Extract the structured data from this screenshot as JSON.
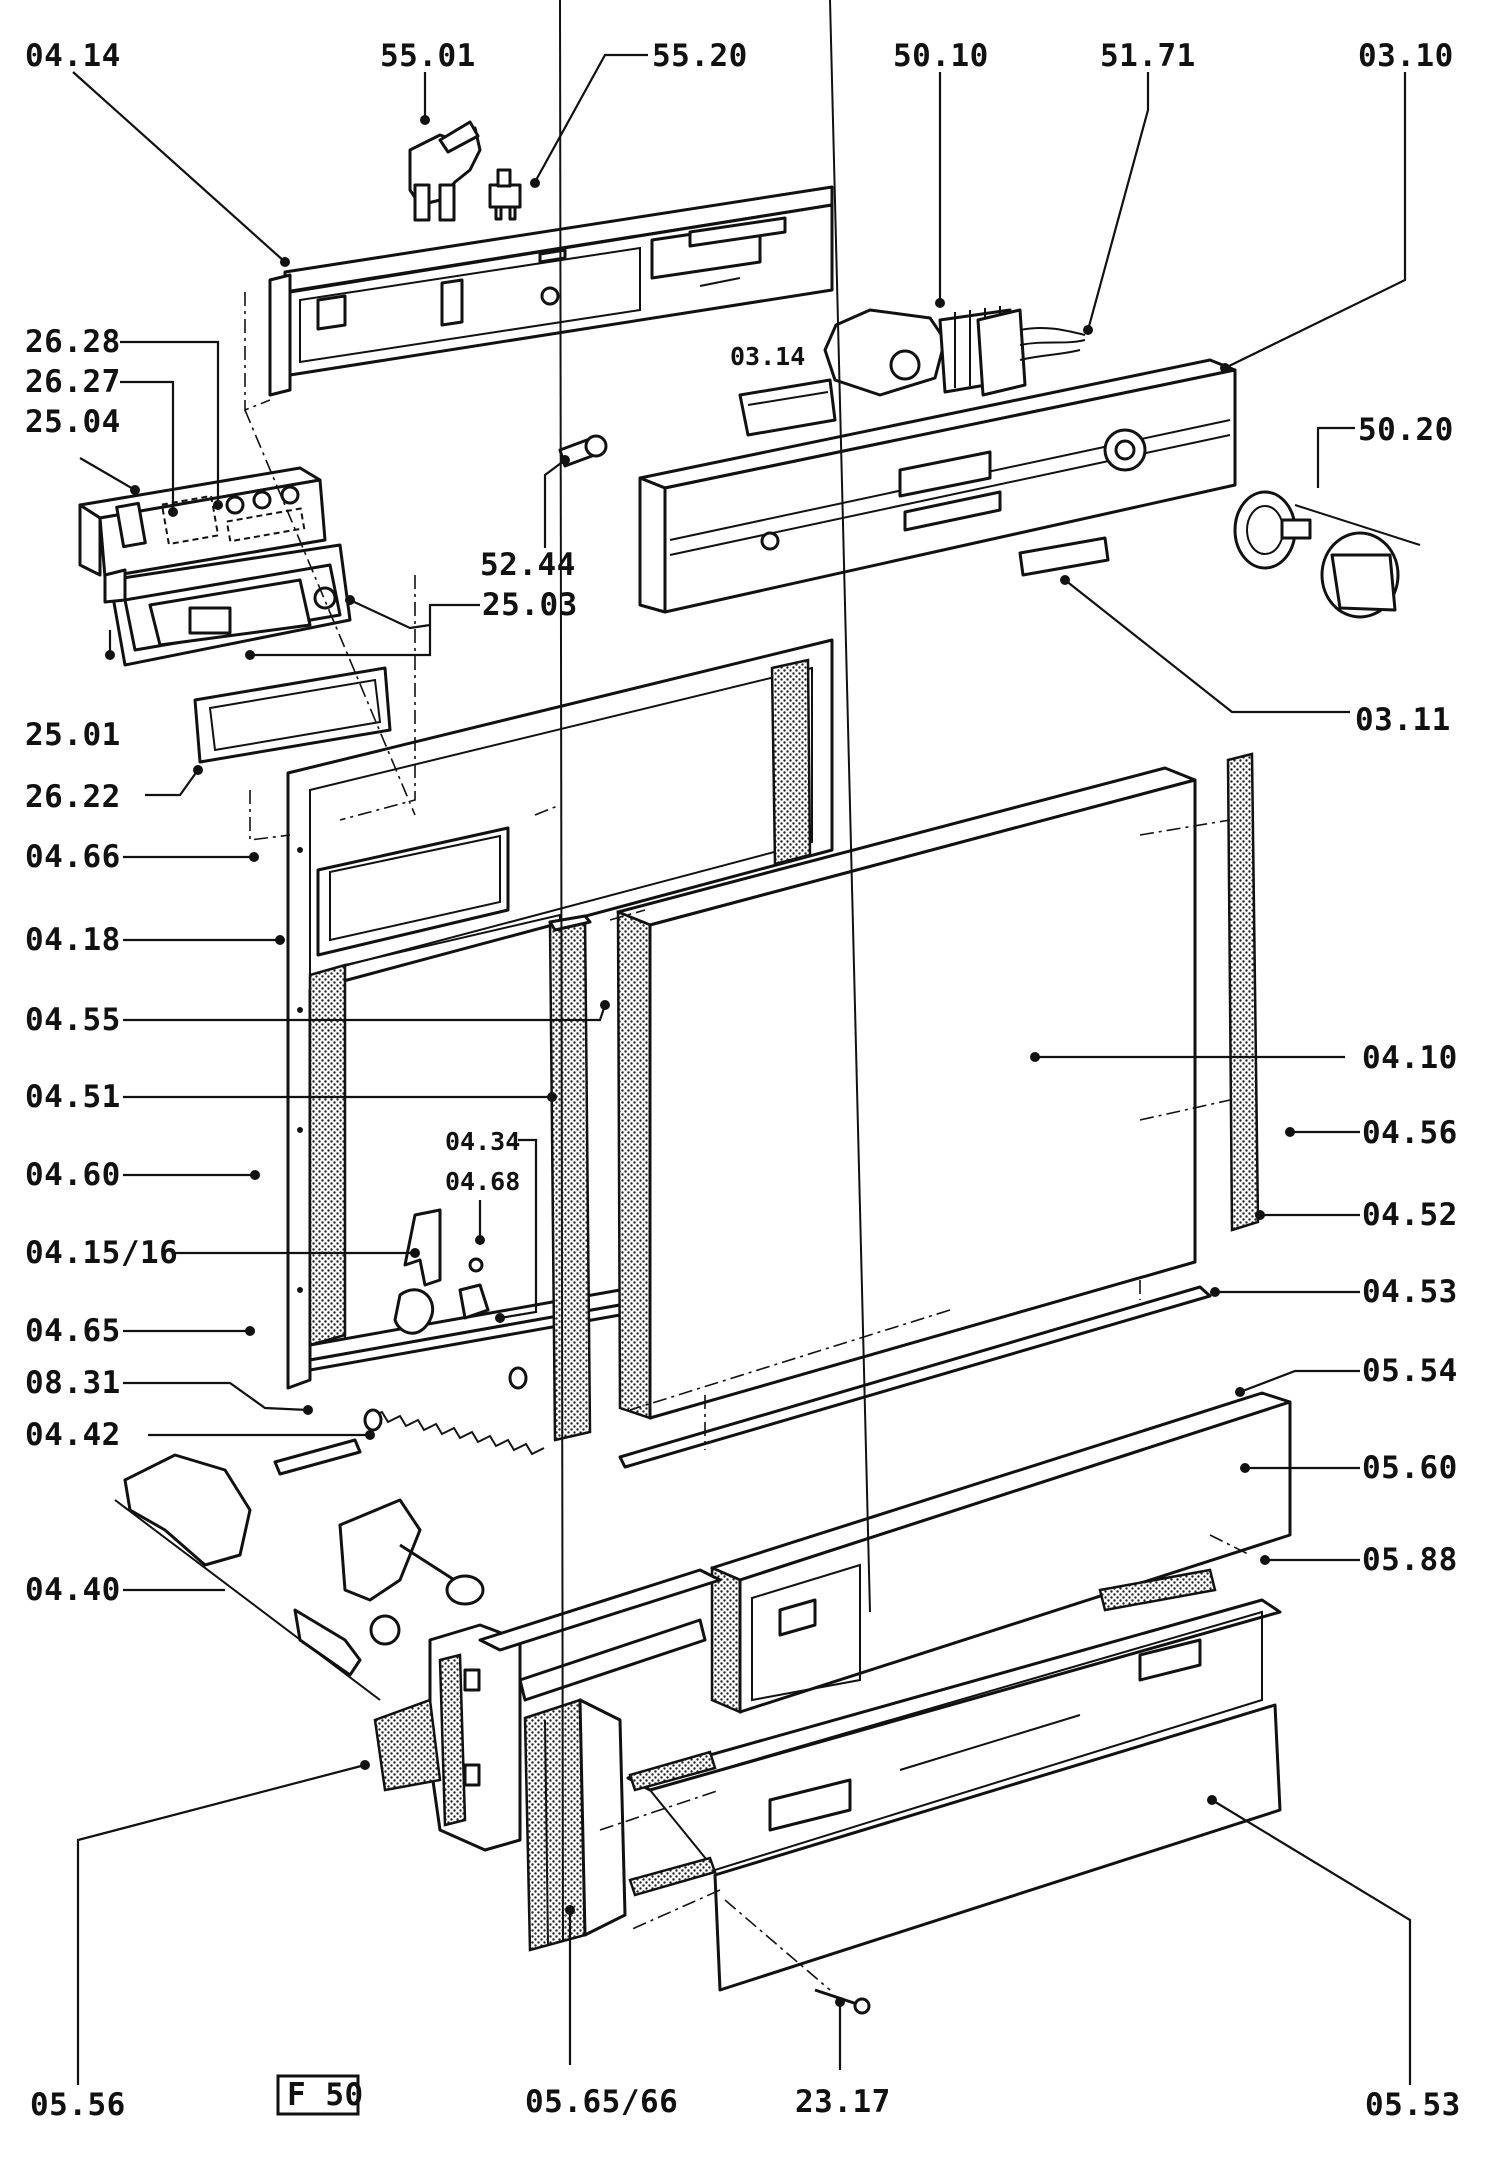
{
  "diagram": {
    "parts": [
      {
        "id": "p0414",
        "label": "04.14"
      },
      {
        "id": "p5501",
        "label": "55.01"
      },
      {
        "id": "p5520",
        "label": "55.20"
      },
      {
        "id": "p5010",
        "label": "50.10"
      },
      {
        "id": "p5171",
        "label": "51.71"
      },
      {
        "id": "p0310",
        "label": "03.10"
      },
      {
        "id": "p2628",
        "label": "26.28"
      },
      {
        "id": "p2627",
        "label": "26.27"
      },
      {
        "id": "p2504",
        "label": "25.04"
      },
      {
        "id": "p0314",
        "label": "03.14"
      },
      {
        "id": "p5020",
        "label": "50.20"
      },
      {
        "id": "p5244",
        "label": "52.44"
      },
      {
        "id": "p2503",
        "label": "25.03"
      },
      {
        "id": "p2501",
        "label": "25.01"
      },
      {
        "id": "p0311",
        "label": "03.11"
      },
      {
        "id": "p2622",
        "label": "26.22"
      },
      {
        "id": "p0466",
        "label": "04.66"
      },
      {
        "id": "p0418",
        "label": "04.18"
      },
      {
        "id": "p0455",
        "label": "04.55"
      },
      {
        "id": "p0410",
        "label": "04.10"
      },
      {
        "id": "p0451",
        "label": "04.51"
      },
      {
        "id": "p0434",
        "label": "04.34"
      },
      {
        "id": "p0456",
        "label": "04.56"
      },
      {
        "id": "p0468",
        "label": "04.68"
      },
      {
        "id": "p0460",
        "label": "04.60"
      },
      {
        "id": "p0452",
        "label": "04.52"
      },
      {
        "id": "p041516",
        "label": "04.15/16"
      },
      {
        "id": "p0453",
        "label": "04.53"
      },
      {
        "id": "p0465",
        "label": "04.65"
      },
      {
        "id": "p0554",
        "label": "05.54"
      },
      {
        "id": "p0831",
        "label": "08.31"
      },
      {
        "id": "p0442",
        "label": "04.42"
      },
      {
        "id": "p0560",
        "label": "05.60"
      },
      {
        "id": "p0588",
        "label": "05.88"
      },
      {
        "id": "p0440",
        "label": "04.40"
      },
      {
        "id": "p0556",
        "label": "05.56"
      },
      {
        "id": "p056566",
        "label": "05.65/66"
      },
      {
        "id": "p2317",
        "label": "23.17"
      },
      {
        "id": "p0553",
        "label": "05.53"
      }
    ],
    "badge": "F 50"
  }
}
